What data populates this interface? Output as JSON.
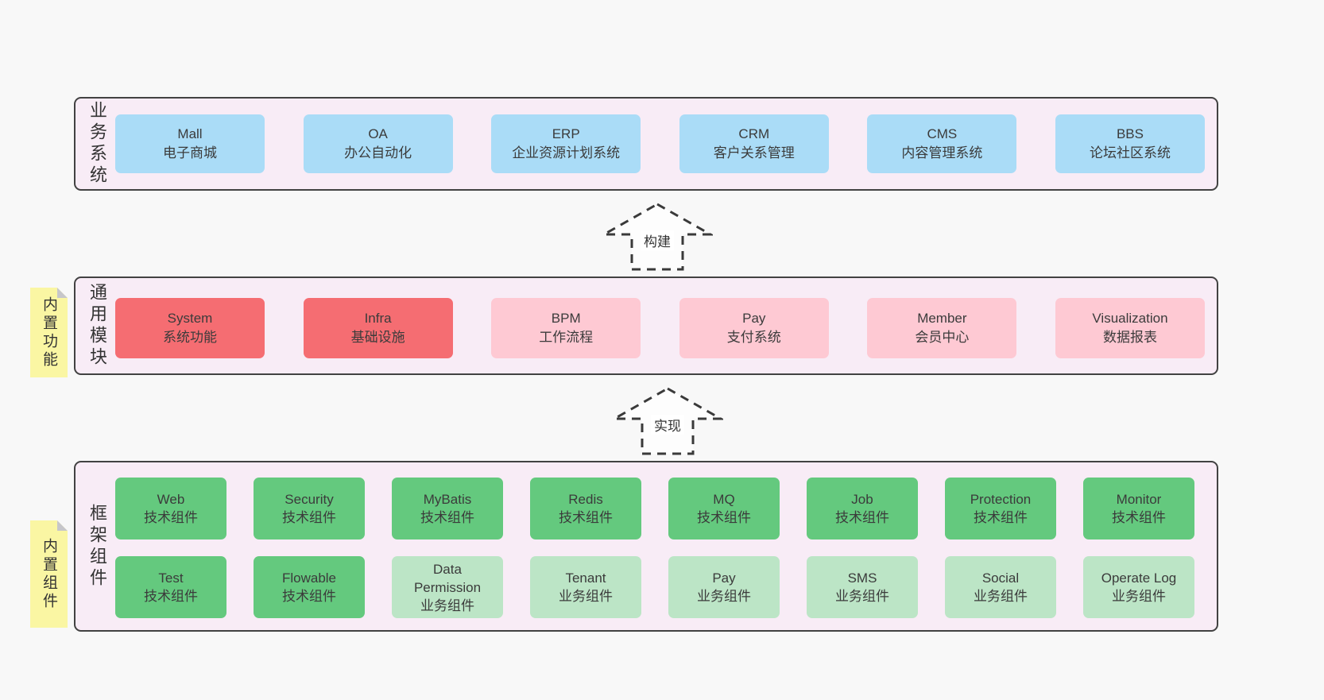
{
  "colors": {
    "page_bg": "#f8f8f8",
    "layer_bg": "#f8ecf6",
    "layer_border": "#424242",
    "box_blue": "#aadcf7",
    "box_red": "#f56d72",
    "box_pink": "#fec9d3",
    "box_green": "#64c97e",
    "box_light_green": "#bce5c6",
    "sticky_yellow": "#faf6a3",
    "sticky_fold_gray": "#c6c6ca",
    "text": "#3a3a3a"
  },
  "layers": [
    {
      "id": "business-systems",
      "label": "业务系统",
      "rows": [
        [
          {
            "name": "Mall",
            "desc": "电子商城",
            "variant": "blue"
          },
          {
            "name": "OA",
            "desc": "办公自动化",
            "variant": "blue"
          },
          {
            "name": "ERP",
            "desc": "企业资源计划系统",
            "variant": "blue"
          },
          {
            "name": "CRM",
            "desc": "客户关系管理",
            "variant": "blue"
          },
          {
            "name": "CMS",
            "desc": "内容管理系统",
            "variant": "blue"
          },
          {
            "name": "BBS",
            "desc": "论坛社区系统",
            "variant": "blue"
          }
        ]
      ]
    },
    {
      "id": "common-modules",
      "label": "通用模块",
      "rows": [
        [
          {
            "name": "System",
            "desc": "系统功能",
            "variant": "red"
          },
          {
            "name": "Infra",
            "desc": "基础设施",
            "variant": "red"
          },
          {
            "name": "BPM",
            "desc": "工作流程",
            "variant": "pink"
          },
          {
            "name": "Pay",
            "desc": "支付系统",
            "variant": "pink"
          },
          {
            "name": "Member",
            "desc": "会员中心",
            "variant": "pink"
          },
          {
            "name": "Visualization",
            "desc": "数据报表",
            "variant": "pink"
          }
        ]
      ]
    },
    {
      "id": "framework-components",
      "label": "框架组件",
      "rows": [
        [
          {
            "name": "Web",
            "desc": "技术组件",
            "variant": "green"
          },
          {
            "name": "Security",
            "desc": "技术组件",
            "variant": "green"
          },
          {
            "name": "MyBatis",
            "desc": "技术组件",
            "variant": "green"
          },
          {
            "name": "Redis",
            "desc": "技术组件",
            "variant": "green"
          },
          {
            "name": "MQ",
            "desc": "技术组件",
            "variant": "green"
          },
          {
            "name": "Job",
            "desc": "技术组件",
            "variant": "green"
          },
          {
            "name": "Protection",
            "desc": "技术组件",
            "variant": "green"
          },
          {
            "name": "Monitor",
            "desc": "技术组件",
            "variant": "green"
          }
        ],
        [
          {
            "name": "Test",
            "desc": "技术组件",
            "variant": "green"
          },
          {
            "name": "Flowable",
            "desc": "技术组件",
            "variant": "green"
          },
          {
            "name": "Data Permission",
            "desc": "业务组件",
            "variant": "lightgreen"
          },
          {
            "name": "Tenant",
            "desc": "业务组件",
            "variant": "lightgreen"
          },
          {
            "name": "Pay",
            "desc": "业务组件",
            "variant": "lightgreen"
          },
          {
            "name": "SMS",
            "desc": "业务组件",
            "variant": "lightgreen"
          },
          {
            "name": "Social",
            "desc": "业务组件",
            "variant": "lightgreen"
          },
          {
            "name": "Operate Log",
            "desc": "业务组件",
            "variant": "lightgreen"
          }
        ]
      ]
    }
  ],
  "stickies": [
    {
      "label": "内置功能"
    },
    {
      "label": "内置组件"
    }
  ],
  "arrows": [
    {
      "label": "构建"
    },
    {
      "label": "实现"
    }
  ]
}
